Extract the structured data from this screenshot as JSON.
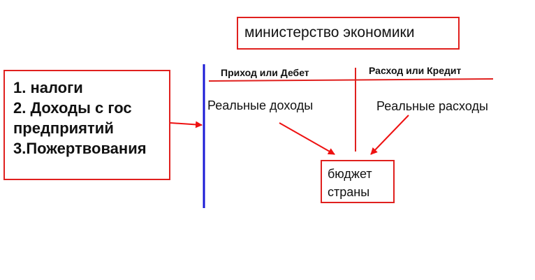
{
  "ministry": {
    "title": "министерство экономики"
  },
  "sources": {
    "items": [
      "1. налоги",
      "2. Доходы с гос",
      "предприятий",
      "3.Пожертвования"
    ]
  },
  "ledger": {
    "debit_label": "Приход или Дебет",
    "credit_label": "Расход или Кредит",
    "income_label": "Реальные доходы",
    "expense_label": "Реальные расходы"
  },
  "budget": {
    "lines": [
      "бюджет",
      "страны"
    ]
  },
  "colors": {
    "border": "#e0201e",
    "arrow": "#ee1111",
    "blue_line": "#1a1ad6"
  }
}
